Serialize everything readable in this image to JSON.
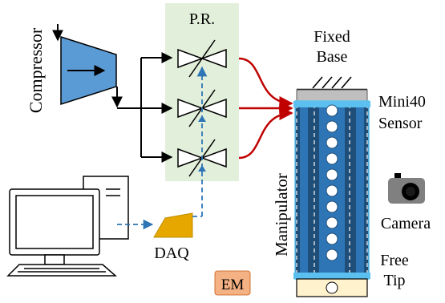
{
  "labels": {
    "compressor": "Compressor",
    "pr": "P.R.",
    "fixed_base_line1": "Fixed",
    "fixed_base_line2": "Base",
    "mini40_line1": "Mini40",
    "mini40_line2": "Sensor",
    "manipulator": "Manipulator",
    "camera": "Camera",
    "free_tip_line1": "Free",
    "free_tip_line2": "Tip",
    "daq": "DAQ",
    "em": "EM"
  },
  "colors": {
    "compressor_fill": "#5b9bd5",
    "pr_panel": "#e2efda",
    "red_tube": "#c00000",
    "signal_dashed": "#2e75b6",
    "daq_fill": "#e6a700",
    "em_fill": "#f4b183",
    "manipulator_dark": "#1f4e79",
    "manipulator_mid": "#2e75b6",
    "manipulator_light": "#5bc0f0",
    "sensor_gray": "#bfbfbf",
    "tip_yellow": "#fff2cc"
  },
  "icons": [
    "compressor-icon",
    "valve-icon",
    "computer-icon",
    "camera-icon",
    "daq-icon"
  ]
}
